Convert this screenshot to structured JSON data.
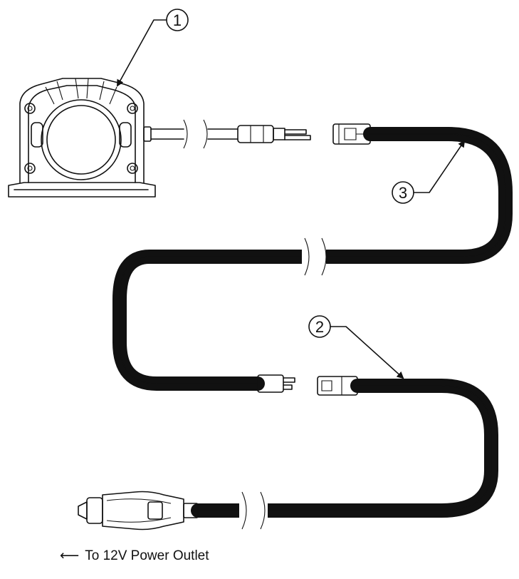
{
  "callouts": [
    {
      "id": "1",
      "label": "1"
    },
    {
      "id": "2",
      "label": "2"
    },
    {
      "id": "3",
      "label": "3"
    }
  ],
  "caption": {
    "arrow": "⟵",
    "text": "To 12V Power Outlet"
  }
}
